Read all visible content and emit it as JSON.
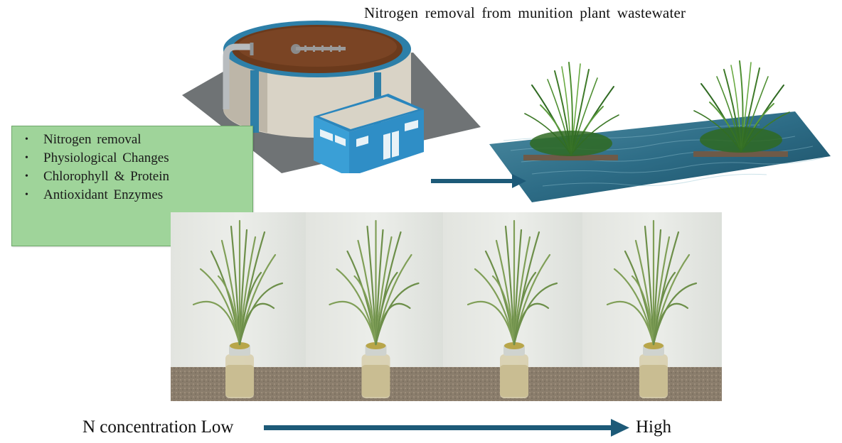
{
  "title": "Nitrogen removal from munition plant wastewater",
  "findings": {
    "items": [
      "Nitrogen removal",
      "Physiological Changes",
      "Chlorophyll & Protein",
      "Antioxidant Enzymes"
    ]
  },
  "gradient": {
    "prefix": "N concentration",
    "low_label": "Low",
    "high_label": "High"
  },
  "colors": {
    "arrow": "#1d5a78",
    "box_fill": "#9fd49a",
    "tank_sludge": "#6b3a1c",
    "tank_rim": "#2d7fa8",
    "building": "#3a9fd6",
    "water": "#2f6f88"
  },
  "icons": {
    "treatment_plant": "wastewater-treatment-plant-icon",
    "wetland": "floating-wetland-icon",
    "arrow": "right-arrow-icon"
  },
  "photos": {
    "count": 4
  }
}
